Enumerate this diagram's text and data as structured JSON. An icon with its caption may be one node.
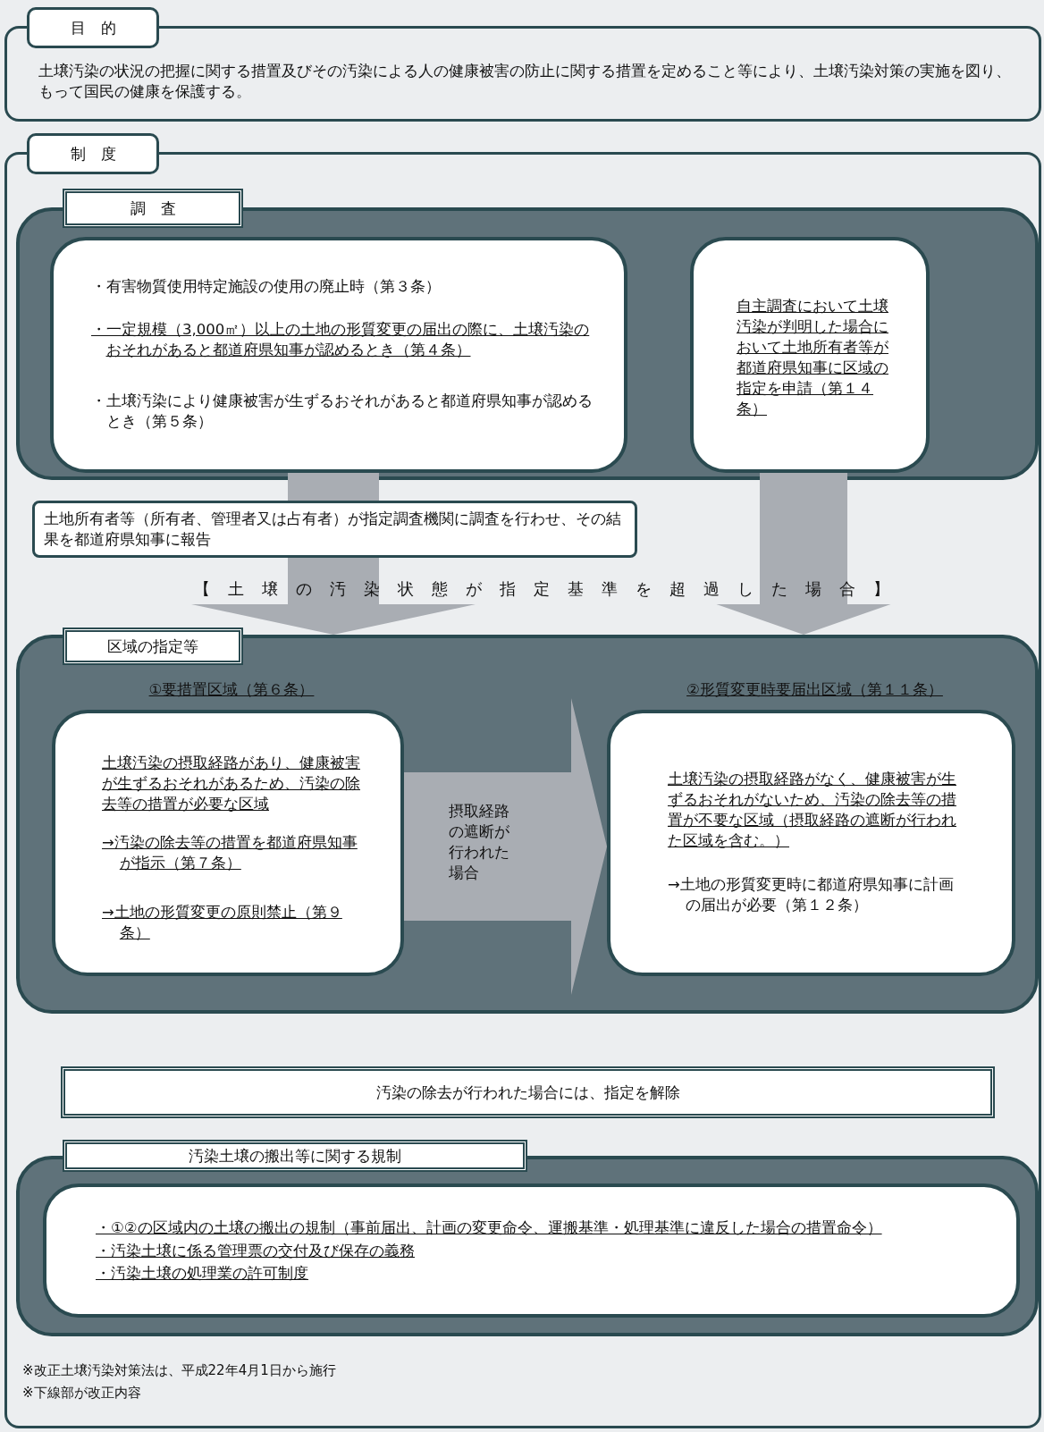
{
  "diagram": {
    "nodes": [
      {
        "text": [
          "目　的",
          "土壌汚染の状況の把握に関する措置及びその汚染による人の健康被害の防止に関する措置を定めること等により、土壌汚染対策の実施を図り、もって国民の健康を保護する。"
        ]
      },
      {
        "text": [
          "制　度"
        ]
      },
      {
        "text": [
          "調　査"
        ],
        "in": 1
      },
      {
        "text": [
          "・有害物質使用特定施設の使用の廃止時（第３条）",
          "・一定規模（3,000㎡）以上の土地の形質変更の届出の際に、土壌汚染のおそれがあると都道府県知事が認めるとき（第４条）",
          "・土壌汚染により健康被害が生ずるおそれがあると都道府県知事が認めるとき（第５条）"
        ],
        "in": 2
      },
      {
        "text": [
          "自主調査において土壌汚染が判明した場合において土地所有者等が都道府県知事に区域の指定を申請（第１４条）"
        ],
        "in": 2
      },
      {
        "text": [
          "土地所有者等（所有者、管理者又は占有者）が指定調査機関に調査を行わせ、その結果を都道府県知事に報告"
        ],
        "in": 1
      },
      {
        "text": [
          "区域の指定等"
        ],
        "in": 1
      },
      {
        "text": [
          "①要措置区域（第６条）",
          "土壌汚染の摂取経路があり、健康被害が生ずるおそれがあるため、汚染の除去等の措置が必要な区域",
          "→汚染の除去等の措置を都道府県知事が指示（第７条）",
          "→土地の形質変更の原則禁止（第９条）"
        ],
        "in": 6
      },
      {
        "text": [
          "②形質変更時要届出区域（第１１条）",
          "土壌汚染の摂取経路がなく、健康被害が生ずるおそれがないため、汚染の除去等の措置が不要な区域（摂取経路の遮断が行われた区域を含む。）",
          "→土地の形質変更時に都道府県知事に計画の届出が必要（第１２条）"
        ],
        "in": 6
      },
      {
        "text": [
          "汚染の除去が行われた場合には、指定を解除"
        ],
        "in": 1
      },
      {
        "text": [
          "汚染土壌の搬出等に関する規制"
        ],
        "in": 1
      },
      {
        "text": [
          "・①②の区域内の土壌の搬出の規制（事前届出、計画の変更命令、運搬基準・処理基準に違反した場合の措置命令）",
          "・汚染土壌に係る管理票の交付及び保存の義務",
          "・汚染土壌の処理業の許可制度"
        ],
        "in": 10
      }
    ],
    "edges": [
      {
        "from": 3,
        "to": 6,
        "arrow": "to"
      },
      {
        "from": 4,
        "to": 6,
        "arrow": "to"
      },
      {
        "from": 7,
        "to": 8,
        "arrow": "to",
        "label": "摂取経路の遮断が行われた場合"
      }
    ],
    "labels": [
      "【土壌の汚染状態が指定基準を超過した場合】",
      "※改正土壌汚染対策法は、平成22年4月1日から施行",
      "※下線部が改正内容"
    ]
  }
}
